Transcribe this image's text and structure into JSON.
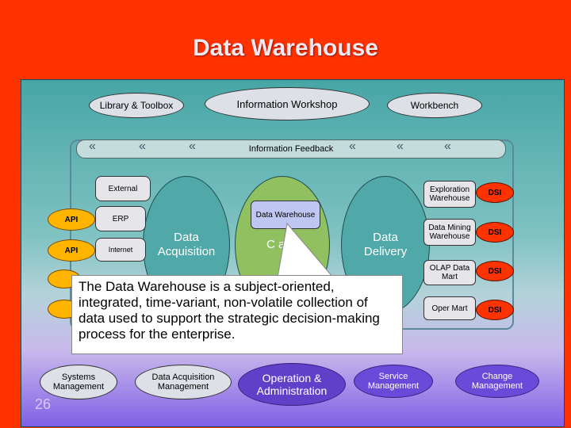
{
  "slide": {
    "title": "Data Warehouse",
    "page_number": "26",
    "top_ovals": {
      "library": "Library & Toolbox",
      "workshop": "Information Workshop",
      "workbench": "Workbench"
    },
    "feedback_label": "Information Feedback",
    "sources": [
      "External",
      "ERP",
      "Internet"
    ],
    "api_labels": [
      "API",
      "API"
    ],
    "processes": {
      "acquisition": "Data Acquisition",
      "central": "Central Data Management",
      "central_visible": "C    a M",
      "delivery": "Data Delivery"
    },
    "warehouse_cylinder": "Data Warehouse",
    "outputs": [
      {
        "name": "Exploration Warehouse",
        "dsi": "DSI"
      },
      {
        "name": "Data Mining Warehouse",
        "dsi": "DSI"
      },
      {
        "name": "OLAP Data Mart",
        "dsi": "DSI"
      },
      {
        "name": "Oper Mart",
        "dsi": "DSI"
      }
    ],
    "callout": "The Data Warehouse is a subject-oriented, integrated, time-variant, non-volatile collection of data used to support the strategic decision-making process for the enterprise.",
    "bottom_ovals": {
      "systems": "Systems Management",
      "acq_mgmt": "Data Acquisition Management",
      "operation": "Operation & Administration",
      "service": "Service Management",
      "change": "Change Management"
    },
    "colors": {
      "background": "#ff3300",
      "panel_top": "#47a6a6",
      "panel_bottom": "#8060e6",
      "api": "#ffb400",
      "dsi": "#ff3300",
      "process_oval": "#50a8a8"
    }
  }
}
